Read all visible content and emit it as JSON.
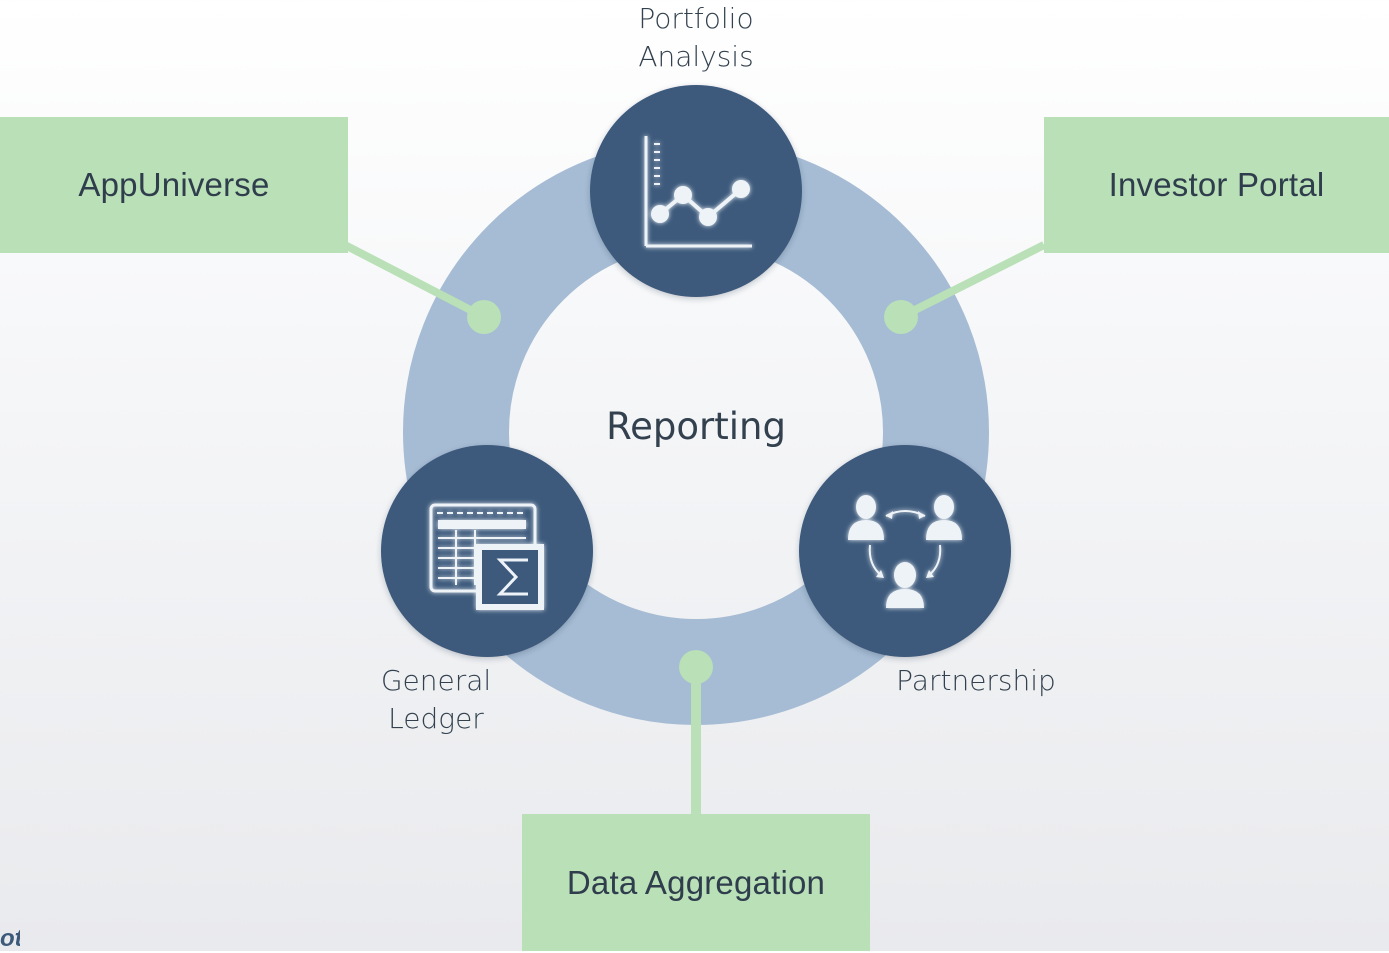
{
  "diagram": {
    "center_label": "Reporting",
    "nodes": {
      "portfolio": {
        "label_line1": "Portfolio",
        "label_line2": "Analysis",
        "icon": "line-chart-icon"
      },
      "ledger": {
        "label_line1": "General",
        "label_line2": "Ledger",
        "icon": "spreadsheet-sigma-icon"
      },
      "partnership": {
        "label": "Partnership",
        "icon": "people-network-icon"
      }
    },
    "modules": {
      "appuniverse": "AppUniverse",
      "investor_portal": "Investor Portal",
      "data_aggregation": "Data Aggregation"
    },
    "colors": {
      "ring": "#a6bcd4",
      "node": "#3d5a7b",
      "module_box": "#b9e0b7",
      "connector": "#b9e0b7",
      "text": "#33414f"
    }
  },
  "watermark_text": "ot"
}
